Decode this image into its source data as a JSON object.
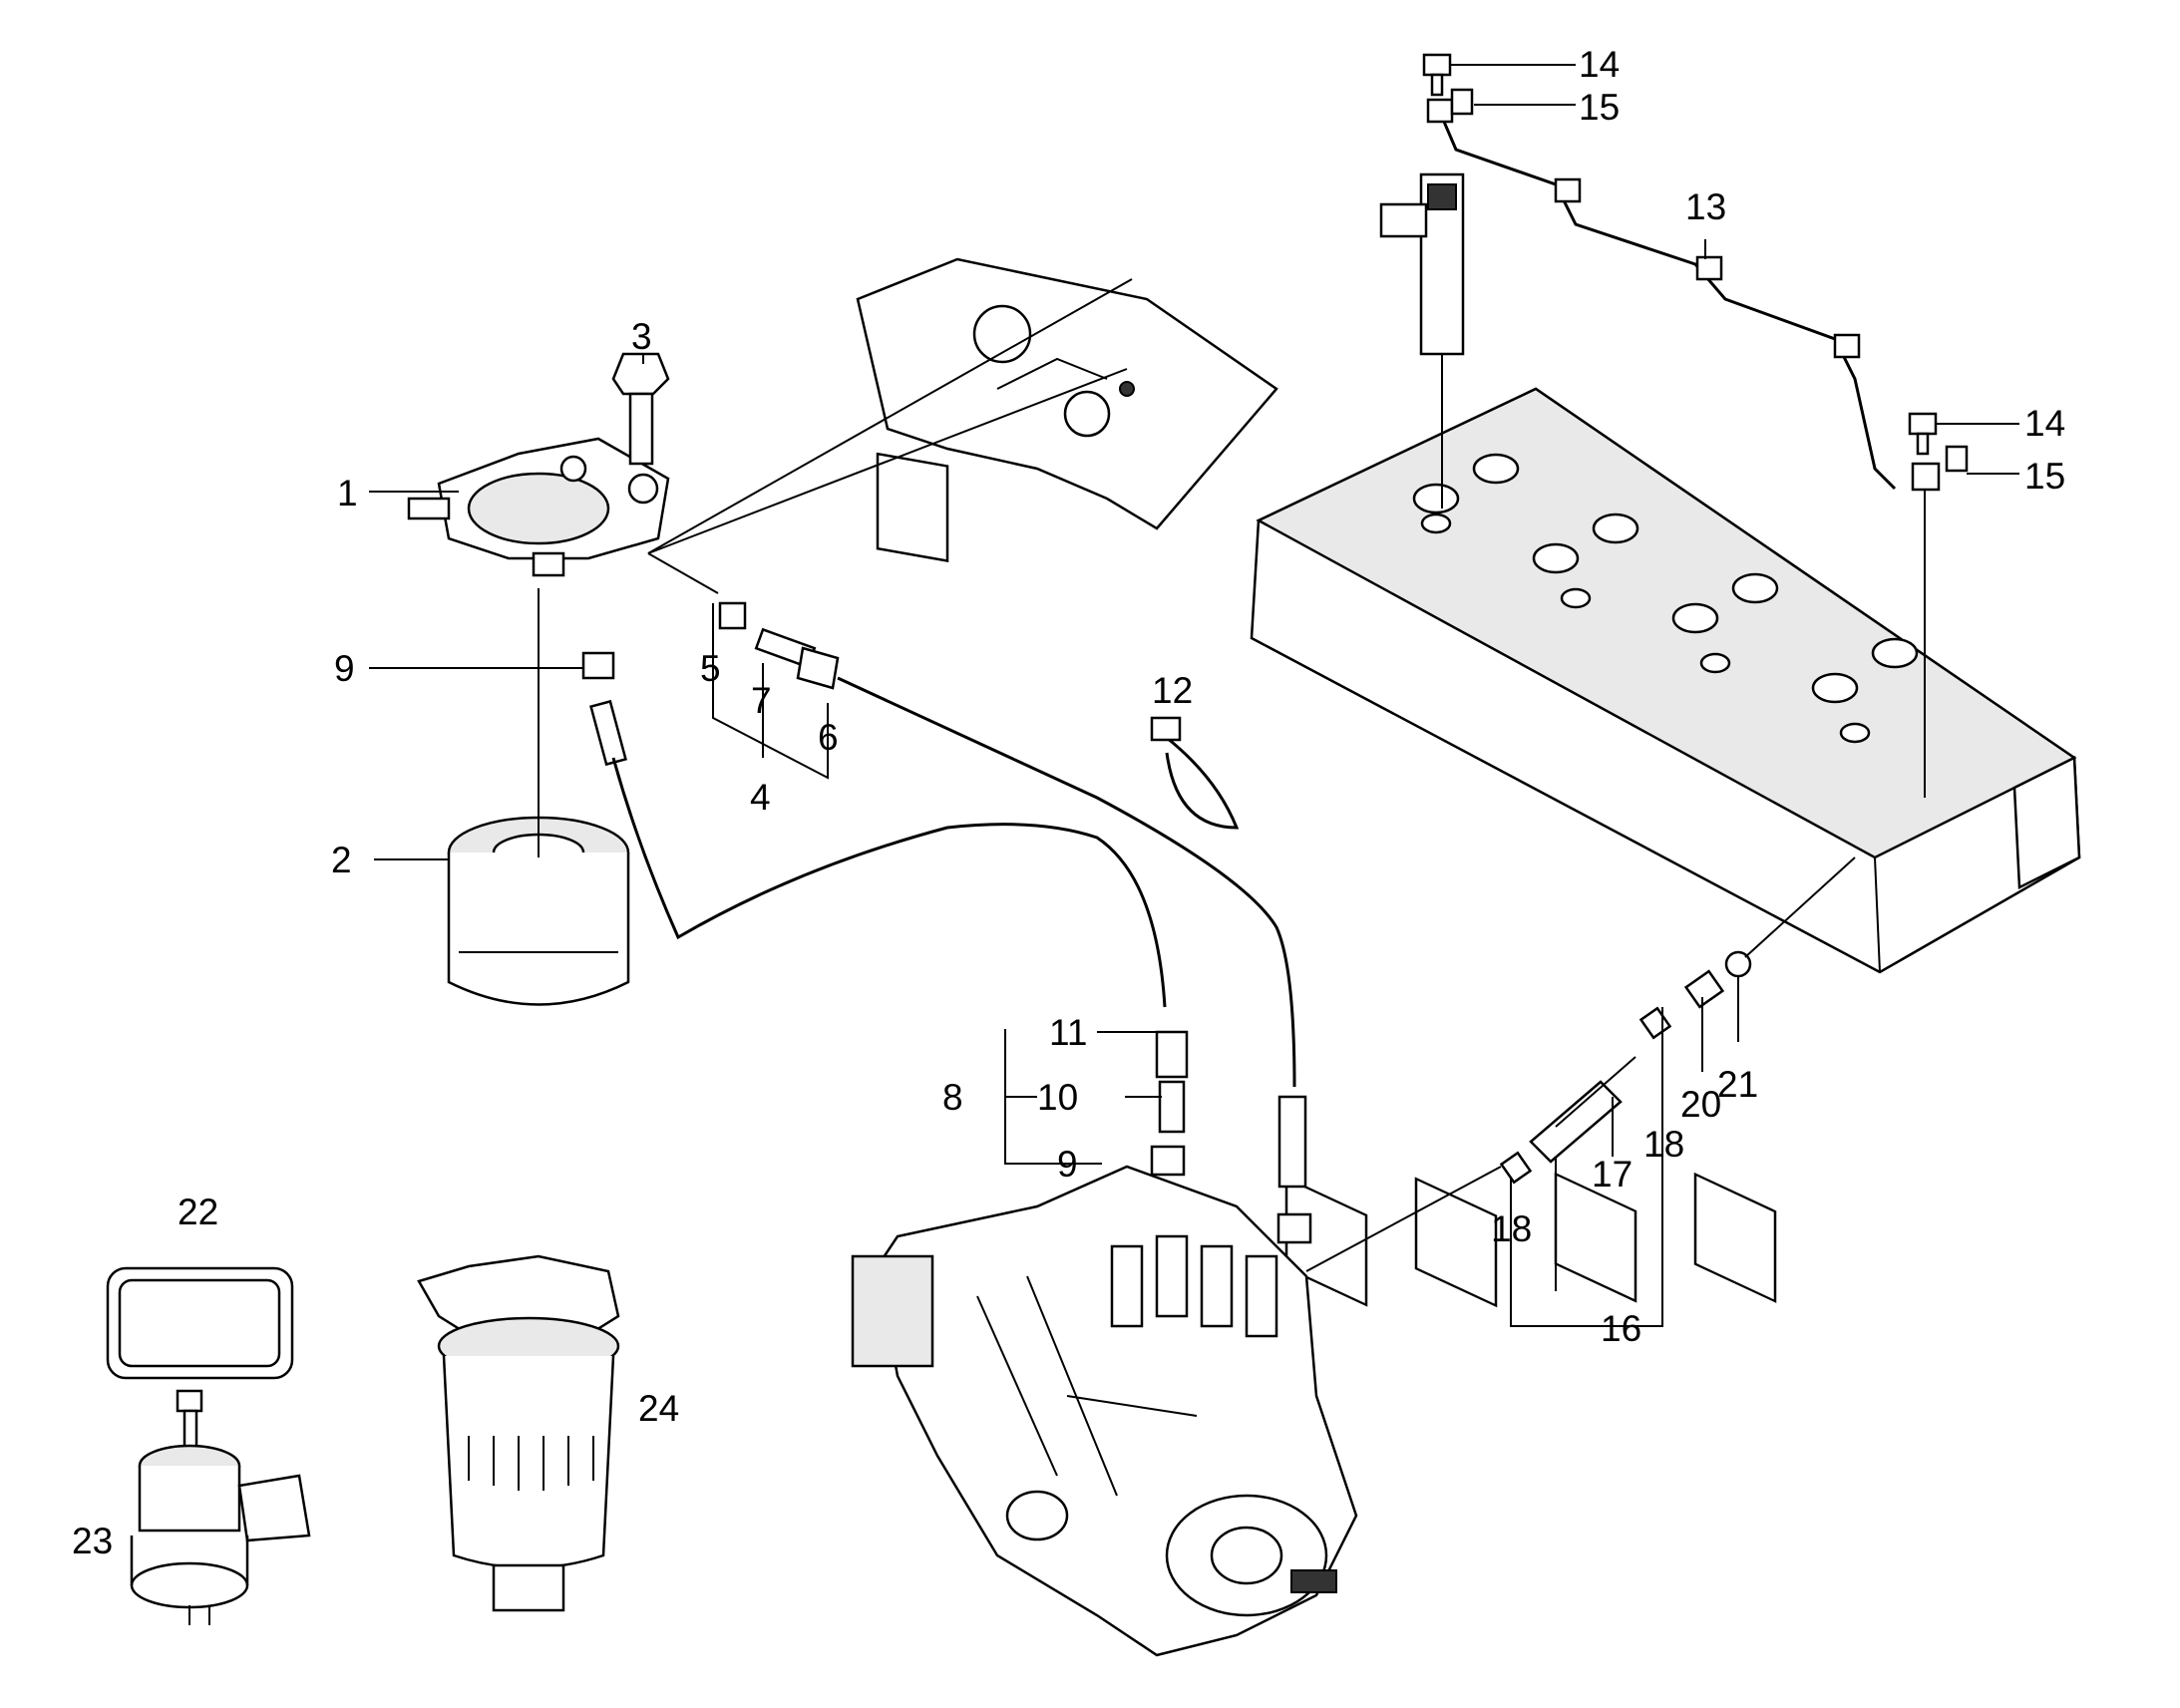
{
  "callouts": [
    {
      "id": "c1",
      "text": "1"
    },
    {
      "id": "c2",
      "text": "2"
    },
    {
      "id": "c3",
      "text": "3"
    },
    {
      "id": "c4",
      "text": "4"
    },
    {
      "id": "c5",
      "text": "5"
    },
    {
      "id": "c6",
      "text": "6"
    },
    {
      "id": "c7",
      "text": "7"
    },
    {
      "id": "c8",
      "text": "8"
    },
    {
      "id": "c9a",
      "text": "9"
    },
    {
      "id": "c9b",
      "text": "9"
    },
    {
      "id": "c10",
      "text": "10"
    },
    {
      "id": "c11",
      "text": "11"
    },
    {
      "id": "c12",
      "text": "12"
    },
    {
      "id": "c13",
      "text": "13"
    },
    {
      "id": "c14a",
      "text": "14"
    },
    {
      "id": "c14b",
      "text": "14"
    },
    {
      "id": "c15a",
      "text": "15"
    },
    {
      "id": "c15b",
      "text": "15"
    },
    {
      "id": "c16",
      "text": "16"
    },
    {
      "id": "c17",
      "text": "17"
    },
    {
      "id": "c18a",
      "text": "18"
    },
    {
      "id": "c18b",
      "text": "18"
    },
    {
      "id": "c20",
      "text": "20"
    },
    {
      "id": "c21",
      "text": "21"
    },
    {
      "id": "c22",
      "text": "22"
    },
    {
      "id": "c23",
      "text": "23"
    },
    {
      "id": "c24",
      "text": "24"
    }
  ]
}
